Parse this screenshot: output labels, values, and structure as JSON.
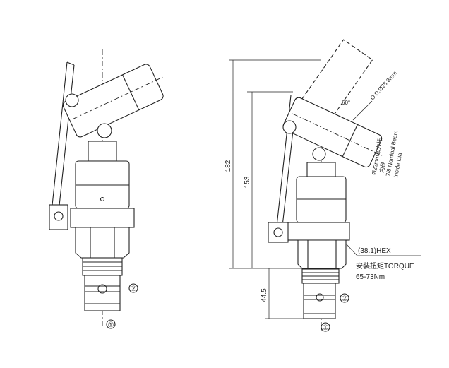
{
  "dimensions": {
    "overall_height": "182",
    "body_height": "153",
    "cartridge_length": "44.5"
  },
  "annotations": {
    "hex": "(38.1)HEX",
    "torque": "安装扭矩TORQUE",
    "torque_value": "65-73Nm",
    "od": "O.D.Ø28.3mm",
    "angle": "60°",
    "beam_cn": "Ø22mm加力杆",
    "beam_cn2": "内径",
    "beam_en": "7/8 Nominal Beam",
    "beam_en2": "Inside Dia"
  },
  "ports": {
    "port1": "①",
    "port2": "②"
  }
}
